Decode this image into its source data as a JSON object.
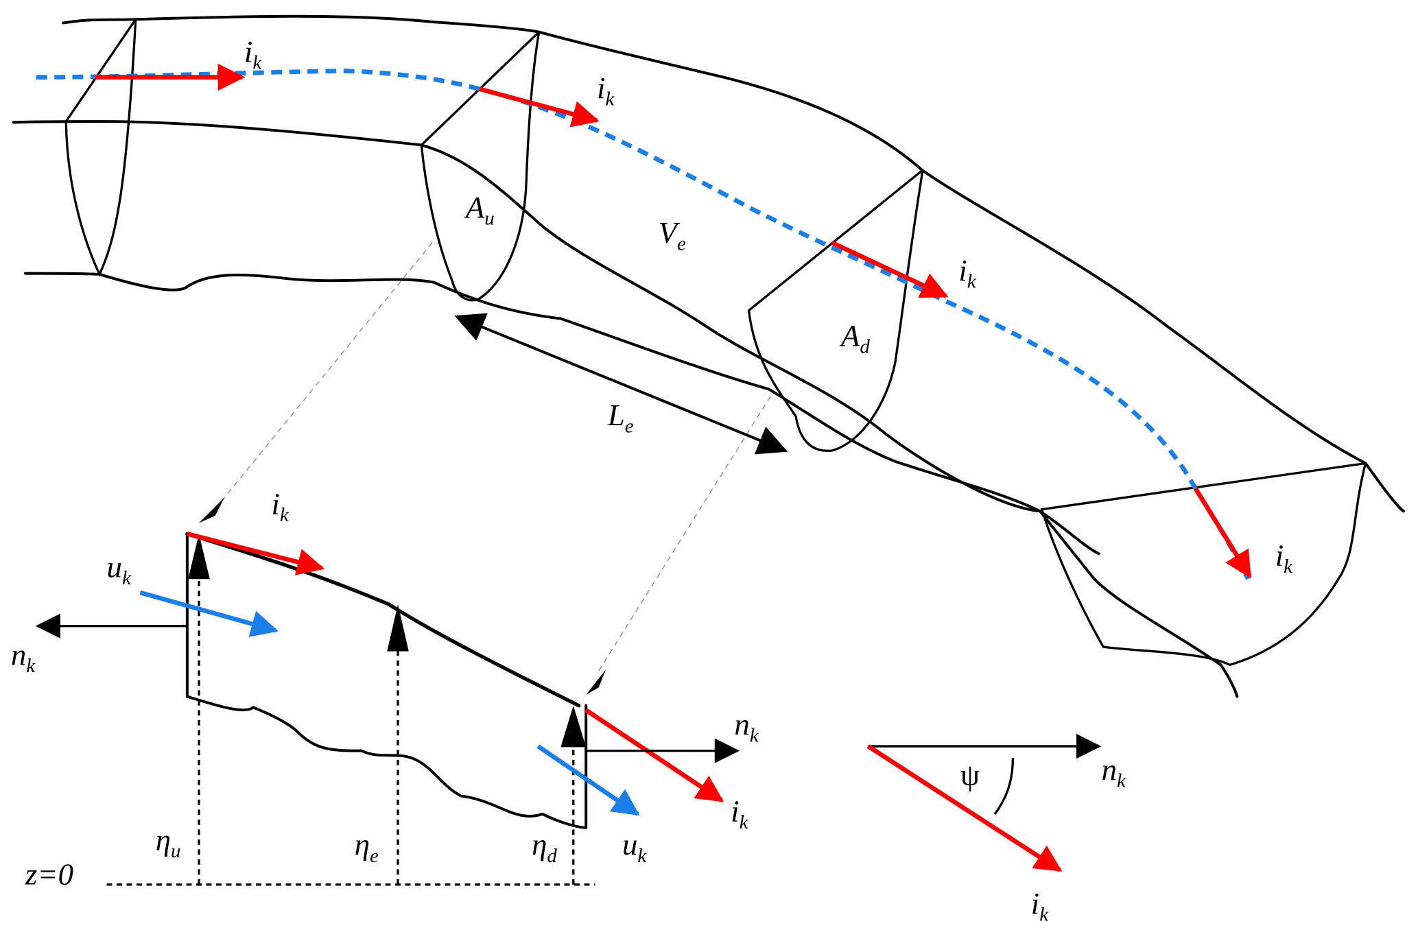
{
  "figure": {
    "type": "river reach control-volume schematic",
    "colors": {
      "outline": "#000000",
      "unit_vector_i": "#ff0000",
      "velocity_u": "#1a7fe8",
      "flow_path": "#1a7fe8"
    },
    "labels": {
      "i_k": {
        "base": "i",
        "sub": "k",
        "accent": "~"
      },
      "A_u": {
        "base": "A",
        "sub": "u"
      },
      "A_d": {
        "base": "A",
        "sub": "d"
      },
      "V_e": {
        "base": "V",
        "sub": "e"
      },
      "L_e": {
        "base": "L",
        "sub": "e"
      },
      "u_k": {
        "base": "u",
        "sub": "k"
      },
      "n_k": {
        "base": "n",
        "sub": "k"
      },
      "eta_u": {
        "base": "η",
        "sub": "u"
      },
      "eta_e": {
        "base": "η",
        "sub": "e"
      },
      "eta_d": {
        "base": "η",
        "sub": "d"
      },
      "datum": "z=0",
      "angle": "ψ"
    }
  }
}
